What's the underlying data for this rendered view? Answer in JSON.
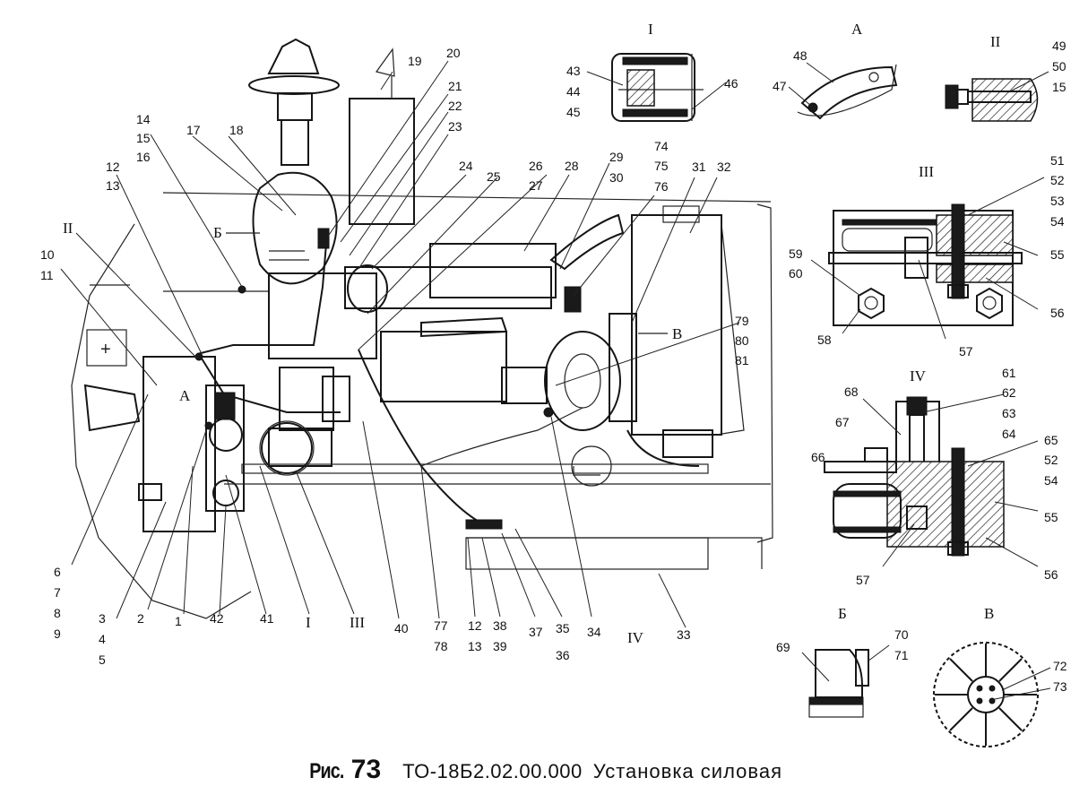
{
  "caption": {
    "fig_prefix": "Рис.",
    "fig_number": "73",
    "drawing_code": "ТО-18Б2.02.00.000",
    "title": "Установка силовая"
  },
  "view_titles": {
    "I": "I",
    "A": "А",
    "II": "II",
    "III": "III",
    "IV": "IV",
    "B_cyr": "Б",
    "V_cyr": "В"
  },
  "main_labels": {
    "II": "II",
    "A": "А",
    "B_cyr": "Б",
    "V_cyr": "В",
    "IV": "IV",
    "I": "I",
    "III": "III"
  },
  "callouts": {
    "c14": "14",
    "c15": "15",
    "c16": "16",
    "c17": "17",
    "c18": "18",
    "c19": "19",
    "c20": "20",
    "c21": "21",
    "c22": "22",
    "c23": "23",
    "c24": "24",
    "c25": "25",
    "c26": "26",
    "c27": "27",
    "c28": "28",
    "c29": "29",
    "c30": "30",
    "c74": "74",
    "c75": "75",
    "c76": "76",
    "c31": "31",
    "c32": "32",
    "c12": "12",
    "c13": "13",
    "c10": "10",
    "c11": "11",
    "c79": "79",
    "c80": "80",
    "c81": "81",
    "c6": "6",
    "c7": "7",
    "c8": "8",
    "c9": "9",
    "c3": "3",
    "c4": "4",
    "c5": "5",
    "c2": "2",
    "c1": "1",
    "c42": "42",
    "c41": "41",
    "c40": "40",
    "c77": "77",
    "c78": "78",
    "c12b": "12",
    "c13b": "13",
    "c38": "38",
    "c39": "39",
    "c37": "37",
    "c35": "35",
    "c36": "36",
    "c34": "34",
    "c33": "33",
    "c43": "43",
    "c44": "44",
    "c45": "45",
    "c46": "46",
    "c47": "47",
    "c48": "48",
    "c49": "49",
    "c50": "50",
    "c15b": "15",
    "c51": "51",
    "c52": "52",
    "c53": "53",
    "c54": "54",
    "c55": "55",
    "c56": "56",
    "c57": "57",
    "c58": "58",
    "c59": "59",
    "c60": "60",
    "c61": "61",
    "c62": "62",
    "c63": "63",
    "c64": "64",
    "c65": "65",
    "c52b": "52",
    "c54b": "54",
    "c55b": "55",
    "c56b": "56",
    "c57b": "57",
    "c66": "66",
    "c67": "67",
    "c68": "68",
    "c69": "69",
    "c70": "70",
    "c71": "71",
    "c72": "72",
    "c73": "73"
  }
}
